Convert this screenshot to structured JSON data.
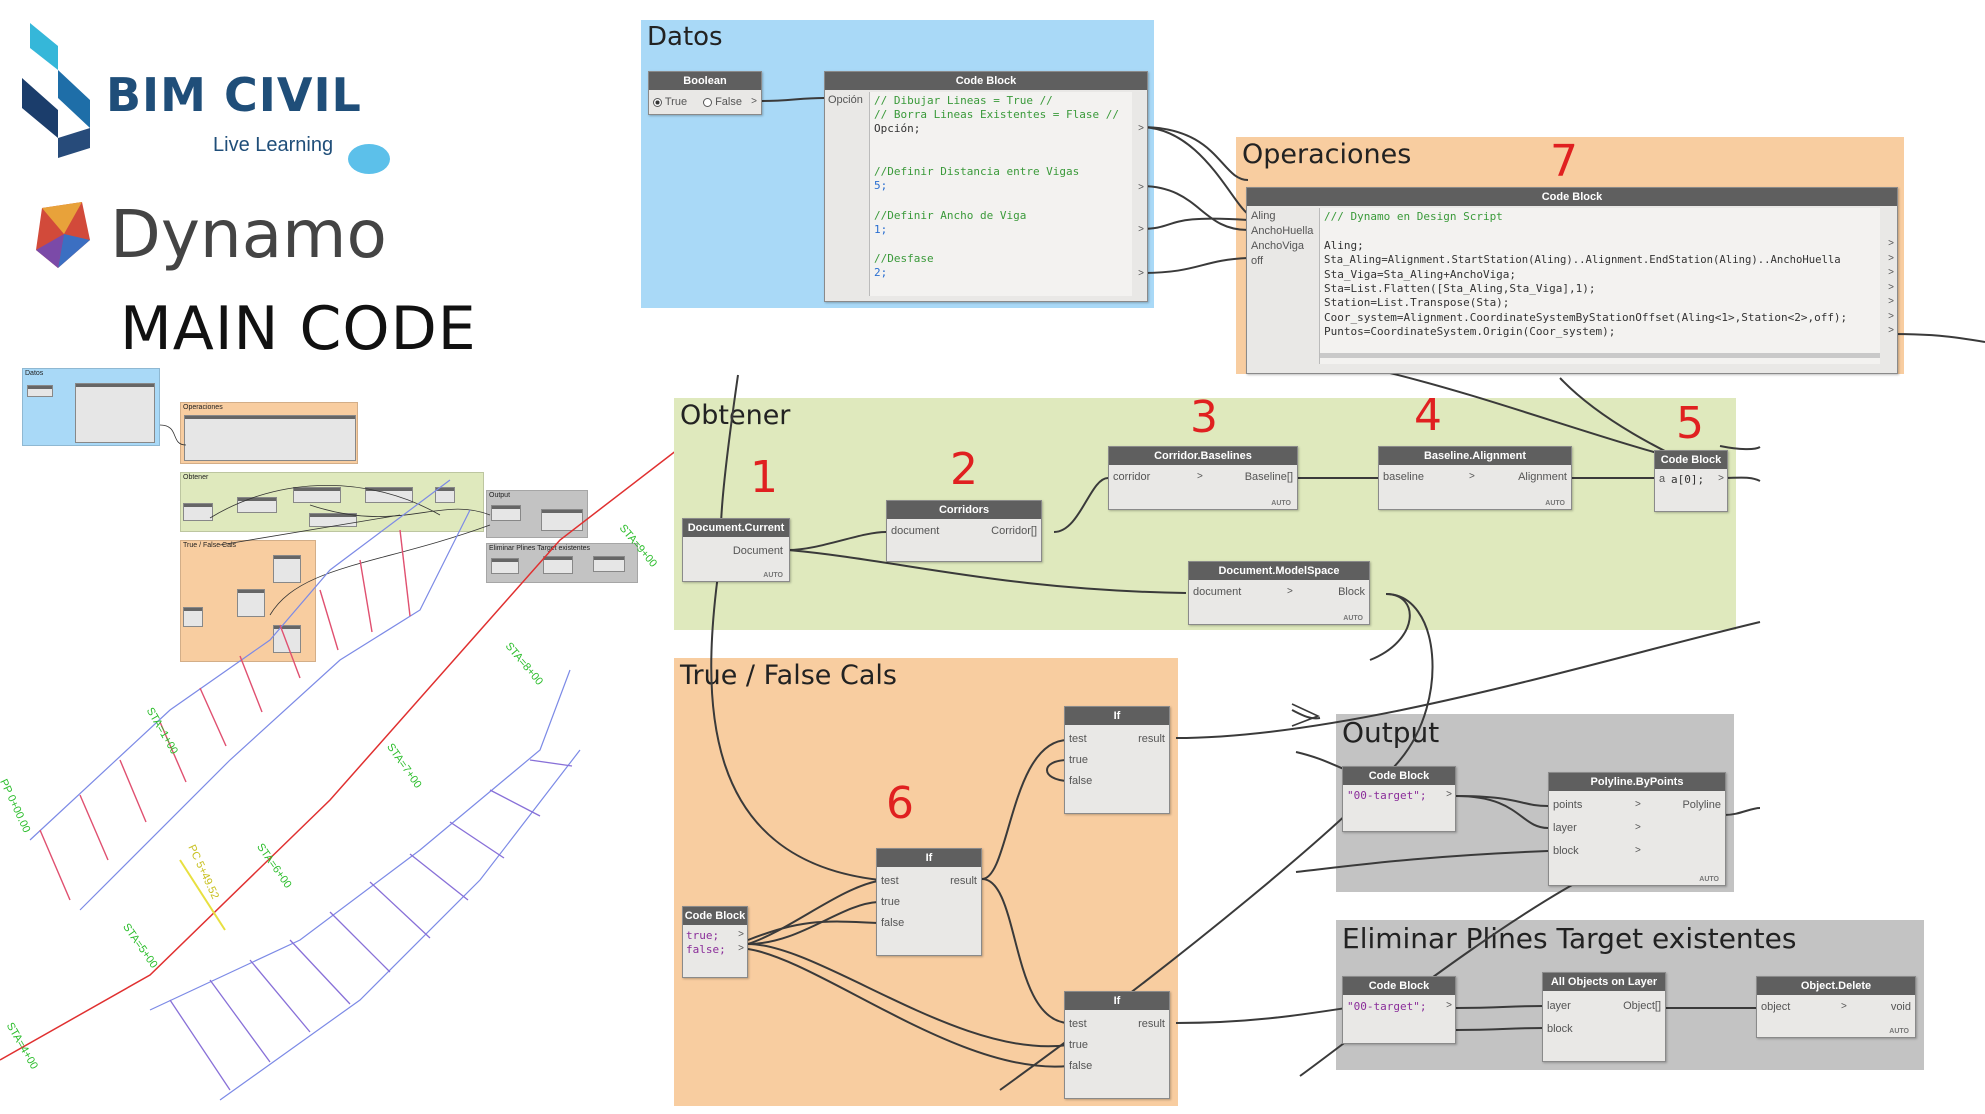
{
  "branding": {
    "logo_text": "BIM CIVIL",
    "logo_tagline": "Live Learning",
    "app_name": "Dynamo",
    "main_title": "MAIN CODE"
  },
  "groups": {
    "datos": "Datos",
    "operaciones": "Operaciones",
    "obtener": "Obtener",
    "true_false": "True / False Cals",
    "output": "Output",
    "eliminar": "Eliminar Plines Target existentes"
  },
  "step_numbers": {
    "n1": "1",
    "n2": "2",
    "n3": "3",
    "n4": "4",
    "n5": "5",
    "n6": "6",
    "n7": "7"
  },
  "nodes": {
    "boolean": {
      "title": "Boolean",
      "opt_true": "True",
      "opt_false": "False",
      "out": ">"
    },
    "code_datos": {
      "title": "Code Block",
      "in_label": "Opción",
      "lines": [
        "// Dibujar Lineas = True //",
        "// Borra Lineas Existentes = Flase //",
        "Opción;",
        "",
        "",
        "//Definir Distancia entre Vigas",
        "5;",
        "",
        "",
        "//Definir Ancho de Viga",
        "1;",
        "",
        "//Desfase",
        "2;"
      ]
    },
    "code_oper": {
      "title": "Code Block",
      "inputs": [
        "Aling",
        "AnchoHuella",
        "AnchoViga",
        "off"
      ],
      "lines": [
        "/// Dynamo en Design Script",
        "",
        "Aling;",
        "Sta_Aling=Alignment.StartStation(Aling)..Alignment.EndStation(Aling)..AnchoHuella",
        "Sta_Viga=Sta_Aling+AnchoViga;",
        "Sta=List.Flatten([Sta_Aling,Sta_Viga],1);",
        "Station=List.Transpose(Sta);",
        "Coor_system=Alignment.CoordinateSystemByStationOffset(Aling<1>,Station<2>,off);",
        "Puntos=CoordinateSystem.Origin(Coor_system);"
      ]
    },
    "doc_current": {
      "title": "Document.Current",
      "out": "Document",
      "auto": "AUTO"
    },
    "corridors": {
      "title": "Corridors",
      "in": "document",
      "out": "Corridor[]"
    },
    "corridor_baselines": {
      "title": "Corridor.Baselines",
      "in": "corridor",
      "out": "Baseline[]",
      "auto": "AUTO"
    },
    "baseline_alignment": {
      "title": "Baseline.Alignment",
      "in": "baseline",
      "out": "Alignment",
      "auto": "AUTO"
    },
    "code_index": {
      "title": "Code Block",
      "in": "a",
      "code": "a[0];"
    },
    "modelspace": {
      "title": "Document.ModelSpace",
      "in": "document",
      "out": "Block",
      "auto": "AUTO"
    },
    "code_bool": {
      "title": "Code Block",
      "line1": "true;",
      "line2": "false;"
    },
    "if_mid": {
      "title": "If",
      "in_test": "test",
      "in_true": "true",
      "in_false": "false",
      "out": "result"
    },
    "if_top": {
      "title": "If",
      "in_test": "test",
      "in_true": "true",
      "in_false": "false",
      "out": "result"
    },
    "if_bot": {
      "title": "If",
      "in_test": "test",
      "in_true": "true",
      "in_false": "false",
      "out": "result"
    },
    "code_target_1": {
      "title": "Code Block",
      "code": "\"00-target\";"
    },
    "polyline": {
      "title": "Polyline.ByPoints",
      "in_points": "points",
      "in_layer": "layer",
      "in_block": "block",
      "out": "Polyline",
      "auto": "AUTO"
    },
    "code_target_2": {
      "title": "Code Block",
      "code": "\"00-target\";"
    },
    "all_objects": {
      "title": "All Objects on Layer",
      "in_layer": "layer",
      "in_block": "block",
      "out": "Object[]"
    },
    "object_delete": {
      "title": "Object.Delete",
      "in": "object",
      "out": "void",
      "auto": "AUTO"
    }
  },
  "thumbnail": {
    "labels": [
      "Datos",
      "Operaciones",
      "Obtener",
      "True / False Cals",
      "Output",
      "Eliminar Plines Target existentes"
    ]
  },
  "stations": [
    "STA=9+00",
    "STA=8+00",
    "STA=7+00",
    "STA=6+00",
    "STA=5+00",
    "STA=1+00",
    "STA=4+00",
    "PC  5+49.52",
    "PP  0+00.00"
  ],
  "colors": {
    "datos_bg": "#a9d9f7",
    "operaciones_bg": "#f8cda0",
    "obtener_bg": "#dfe9bd",
    "truefalse_bg": "#f8cda0",
    "output_bg": "#c3c3c3",
    "accent_red": "#e02020",
    "logo_blue": "#1f4e79"
  }
}
